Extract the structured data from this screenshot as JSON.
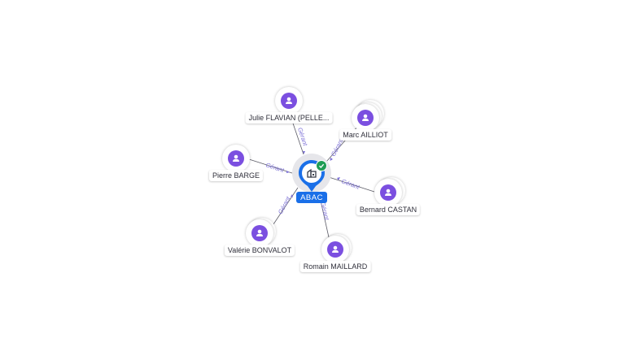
{
  "company": {
    "name": "ABAC",
    "icon": "building-icon",
    "status_icon": "check-icon",
    "colors": {
      "pin": "#1a6fe8",
      "status": "#1f9d55",
      "halo": "#e6e6ea"
    }
  },
  "relation_label": "Gérant",
  "people": [
    {
      "name": "Julie FLAVIAN (PELLE...",
      "role": "Gérant",
      "stacked": false
    },
    {
      "name": "Marc AILLIOT",
      "role": "Gérant",
      "stacked": true
    },
    {
      "name": "Pierre BARGE",
      "role": "Gérant",
      "stacked": false
    },
    {
      "name": "Bernard CASTAN",
      "role": "Gérant",
      "stacked": true
    },
    {
      "name": "Valérie BONVALOT",
      "role": "Gérant",
      "stacked": true
    },
    {
      "name": "Romain MAILLARD",
      "role": "Gérant",
      "stacked": true
    }
  ],
  "colors": {
    "person_avatar": "#7b4fe0",
    "edge_label": "#7b6fd6",
    "edge_line": "#5b5b66"
  }
}
